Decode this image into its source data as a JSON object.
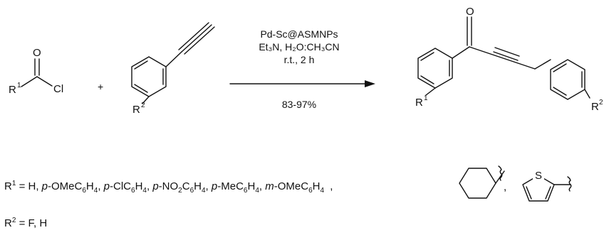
{
  "reagents": {
    "catalyst": "Pd-Sc@ASMNPs",
    "base_solvent": "Et₃N, H₂O:CH₃CN",
    "conditions": "r.t., 2 h",
    "yield": "83-97%"
  },
  "atoms": {
    "oxygen": "O",
    "chlorine": "Cl",
    "sulfur": "S",
    "r_letter": "R",
    "r1_number": "1",
    "r2_number": "2",
    "plus": "+"
  },
  "substituents": {
    "r1_prefix": "R",
    "r1_sup": "1",
    "r1_eq": " = H, ",
    "r1_items": [
      {
        "prefix": "p",
        "text": "-OMeC",
        "s1": "6",
        "mid": "H",
        "s2": "4"
      },
      {
        "prefix": "p",
        "text": "-ClC",
        "s1": "6",
        "mid": "H",
        "s2": "4"
      },
      {
        "prefix": "p",
        "text": "-NO",
        "s0": "2",
        "text2": "C",
        "s1": "6",
        "mid": "H",
        "s2": "4"
      },
      {
        "prefix": "p",
        "text": "-MeC",
        "s1": "6",
        "mid": "H",
        "s2": "4"
      },
      {
        "prefix": "m",
        "text": "-OMeC",
        "s1": "6",
        "mid": "H",
        "s2": "4"
      }
    ],
    "r2_line": "= F, H"
  }
}
